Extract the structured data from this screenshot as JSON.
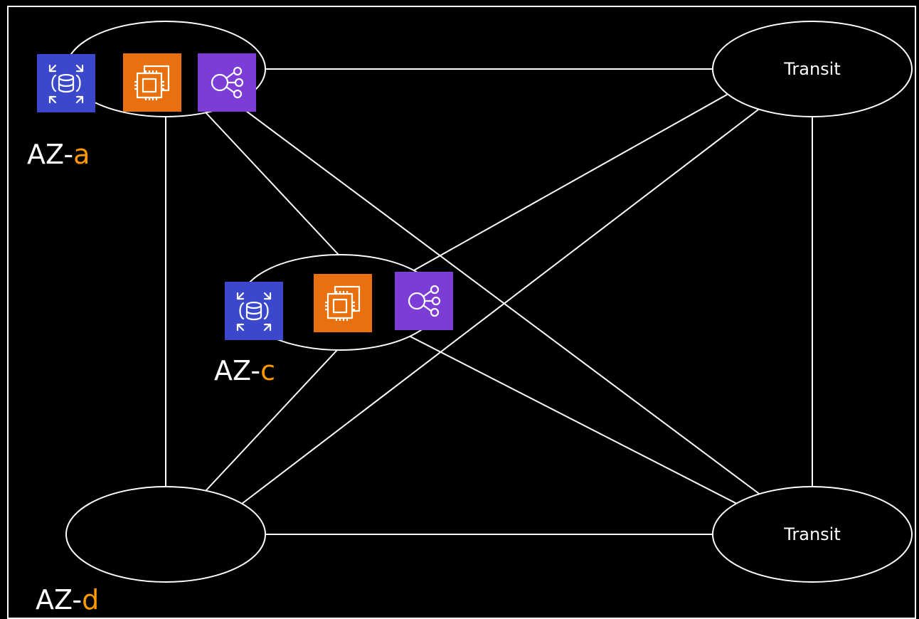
{
  "colors": {
    "background": "#000000",
    "stroke": "#ffffff",
    "az_suffix": "#ff9900",
    "rds_icon": "#3b48cc",
    "ec2_icon": "#e8700e",
    "elb_icon": "#7b3dd6"
  },
  "nodes": {
    "az_a": {
      "prefix": "AZ-",
      "suffix": "a",
      "icons": [
        "rds-icon",
        "ec2-icon",
        "elb-icon"
      ]
    },
    "az_c": {
      "prefix": "AZ-",
      "suffix": "c",
      "icons": [
        "rds-icon",
        "ec2-icon",
        "elb-icon"
      ]
    },
    "az_d": {
      "prefix": "AZ-",
      "suffix": "d",
      "icons": []
    },
    "transit_top": {
      "label": "Transit"
    },
    "transit_bottom": {
      "label": "Transit"
    }
  },
  "edges": [
    [
      "az_a",
      "transit_top"
    ],
    [
      "az_a",
      "az_d"
    ],
    [
      "az_a",
      "az_c"
    ],
    [
      "az_a",
      "transit_bottom"
    ],
    [
      "transit_top",
      "az_c"
    ],
    [
      "transit_top",
      "az_d"
    ],
    [
      "transit_top",
      "transit_bottom"
    ],
    [
      "az_c",
      "az_d"
    ],
    [
      "az_c",
      "transit_bottom"
    ],
    [
      "az_d",
      "transit_bottom"
    ]
  ]
}
